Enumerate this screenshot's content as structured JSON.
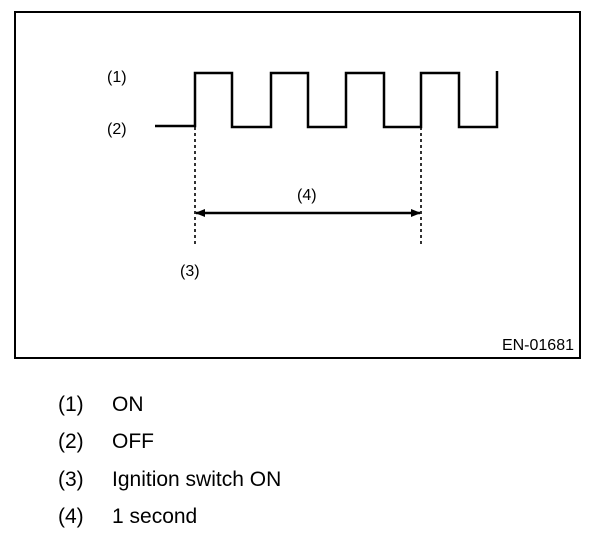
{
  "figure": {
    "code": "EN-01681",
    "labels": {
      "high_level": "(1)",
      "low_level": "(2)",
      "start_marker": "(3)",
      "interval": "(4)"
    }
  },
  "legend": [
    {
      "num": "(1)",
      "text": "ON"
    },
    {
      "num": "(2)",
      "text": "OFF"
    },
    {
      "num": "(3)",
      "text": "Ignition switch ON"
    },
    {
      "num": "(4)",
      "text": "1 second"
    }
  ]
}
